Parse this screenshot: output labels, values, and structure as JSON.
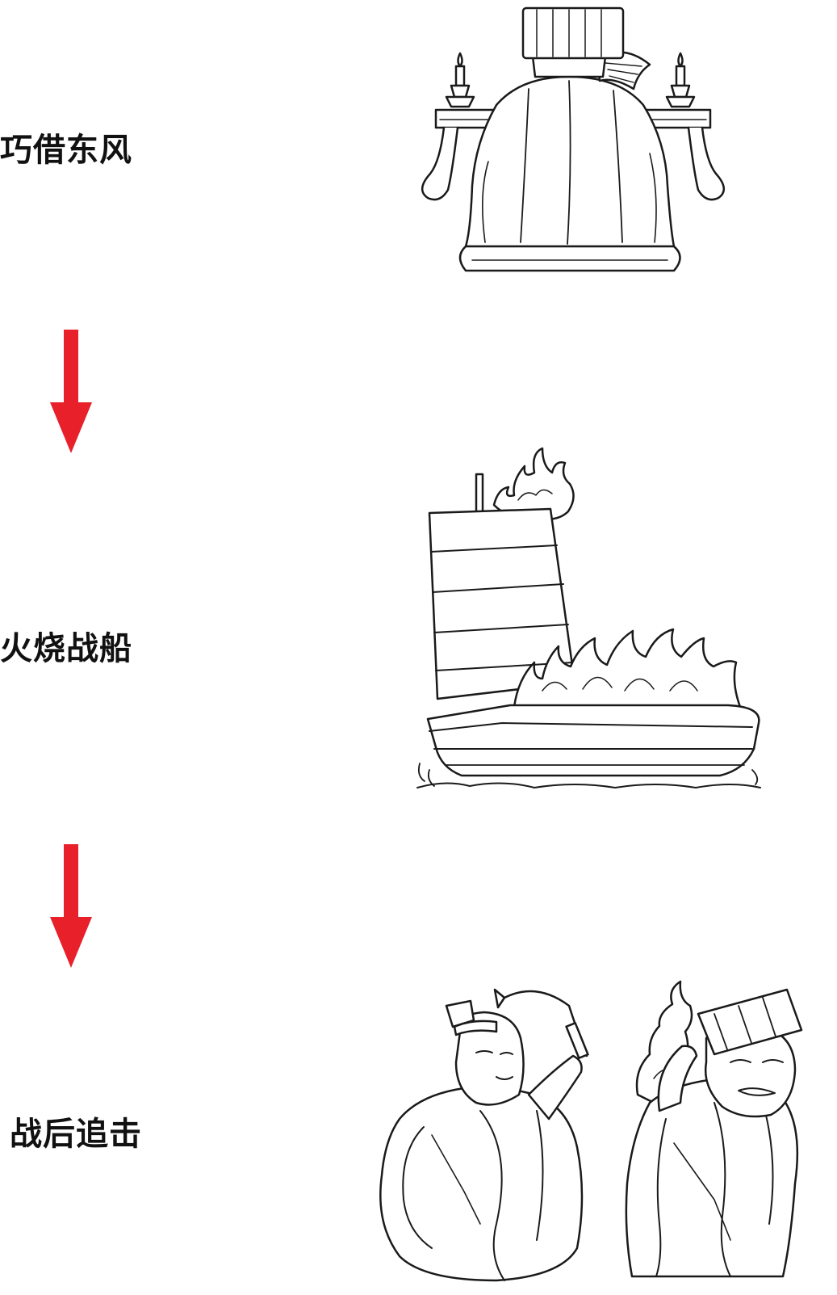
{
  "steps": [
    {
      "label": "巧借东风",
      "art_icon": "altar-priest-icon"
    },
    {
      "label": "火烧战船",
      "art_icon": "burning-junk-ship-icon"
    },
    {
      "label": "战后追击",
      "art_icon": "fleeing-officials-icon"
    }
  ],
  "arrows": [
    {
      "icon": "down-arrow-icon",
      "color": "#e8202a"
    },
    {
      "icon": "down-arrow-icon",
      "color": "#e8202a"
    }
  ],
  "colors": {
    "ink": "#1a1a1a",
    "paper": "#ffffff",
    "arrow": "#e8202a"
  }
}
